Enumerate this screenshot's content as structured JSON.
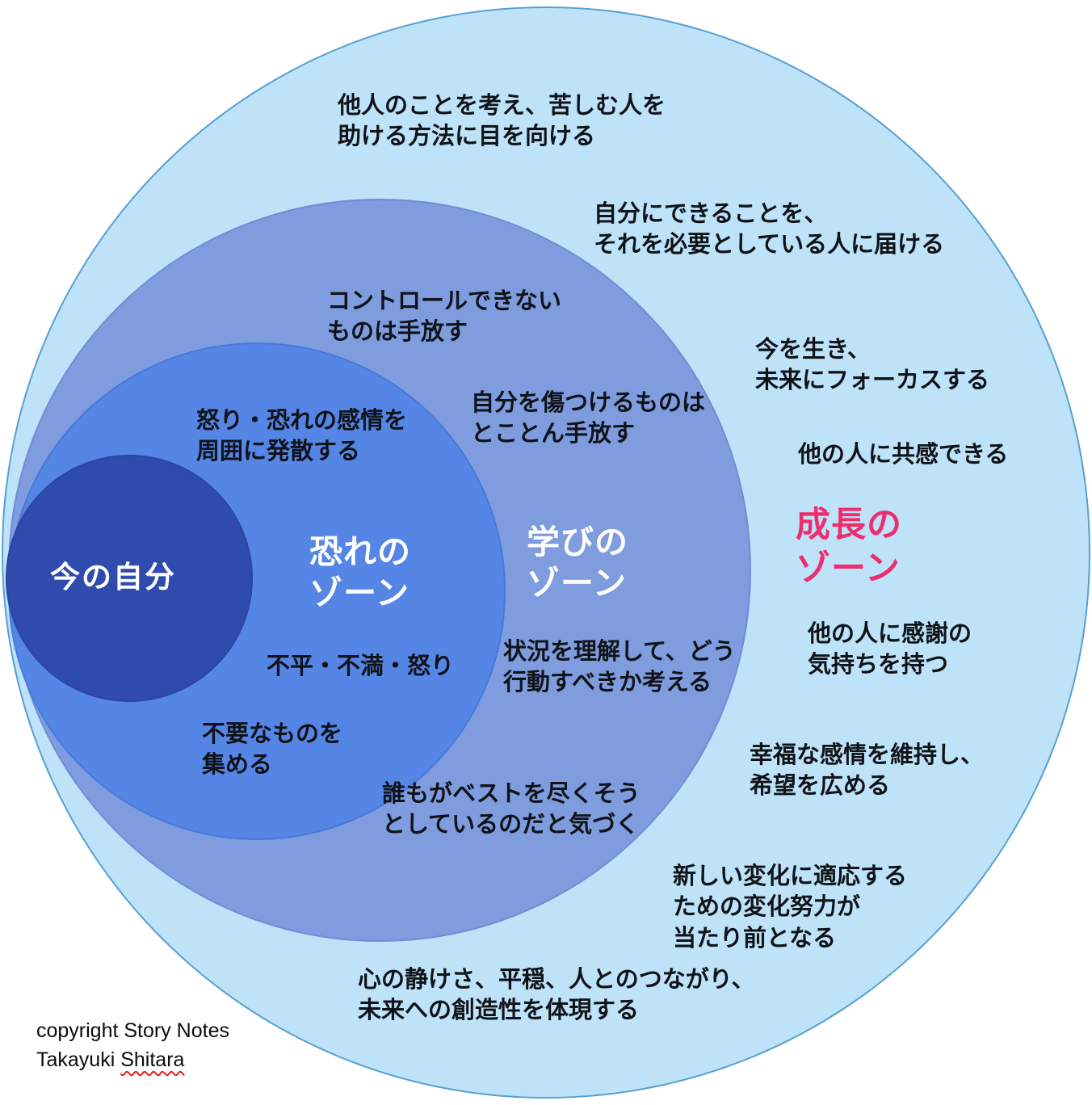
{
  "diagram_type": "concentric-zones",
  "zones": [
    {
      "key": "growth-zone",
      "label": "成長の\nゾーン",
      "label_color": "#ED2E6E",
      "fill": "#BEE3F8"
    },
    {
      "key": "learning-zone",
      "label": "学びの\nゾーン",
      "label_color": "#FFFFFF",
      "fill": "#7E9CDE"
    },
    {
      "key": "fear-zone",
      "label": "恐れの\nゾーン",
      "label_color": "#FFFFFF",
      "fill": "#5585E5"
    },
    {
      "key": "current-self",
      "label": "今の自分",
      "label_color": "#FFFFFF",
      "fill": "#2E4BAD"
    }
  ],
  "annotations": [
    {
      "zone": "growth-zone",
      "text": "他人のことを考え、苦しむ人を\n助ける方法に目を向ける"
    },
    {
      "zone": "growth-zone",
      "text": "自分にできることを、\nそれを必要としている人に届ける"
    },
    {
      "zone": "learning-zone",
      "text": "コントロールできない\nものは手放す"
    },
    {
      "zone": "growth-zone",
      "text": "今を生き、\n未来にフォーカスする"
    },
    {
      "zone": "learning-zone",
      "text": "自分を傷つけるものは\nとことん手放す"
    },
    {
      "zone": "fear-zone",
      "text": "怒り・恐れの感情を\n周囲に発散する"
    },
    {
      "zone": "growth-zone",
      "text": "他の人に共感できる"
    },
    {
      "zone": "learning-zone",
      "text": "状況を理解して、どう\n行動すべきか考える"
    },
    {
      "zone": "growth-zone",
      "text": "他の人に感謝の\n気持ちを持つ"
    },
    {
      "zone": "fear-zone",
      "text": "不平・不満・怒り"
    },
    {
      "zone": "fear-zone",
      "text": "不要なものを\n集める"
    },
    {
      "zone": "growth-zone",
      "text": "幸福な感情を維持し、\n希望を広める"
    },
    {
      "zone": "learning-zone",
      "text": "誰もがベストを尽くそう\nとしているのだと気づく"
    },
    {
      "zone": "growth-zone",
      "text": "新しい変化に適応する\nための変化努力が\n当たり前となる"
    },
    {
      "zone": "growth-zone",
      "text": "心の静けさ、平穏、人とのつながり、\n未来への創造性を体現する"
    }
  ],
  "copyright": {
    "line1": "copyright Story Notes",
    "author_first": "Takayuki ",
    "author_last": "Shitara",
    "squiggle_color": "#E02020"
  }
}
